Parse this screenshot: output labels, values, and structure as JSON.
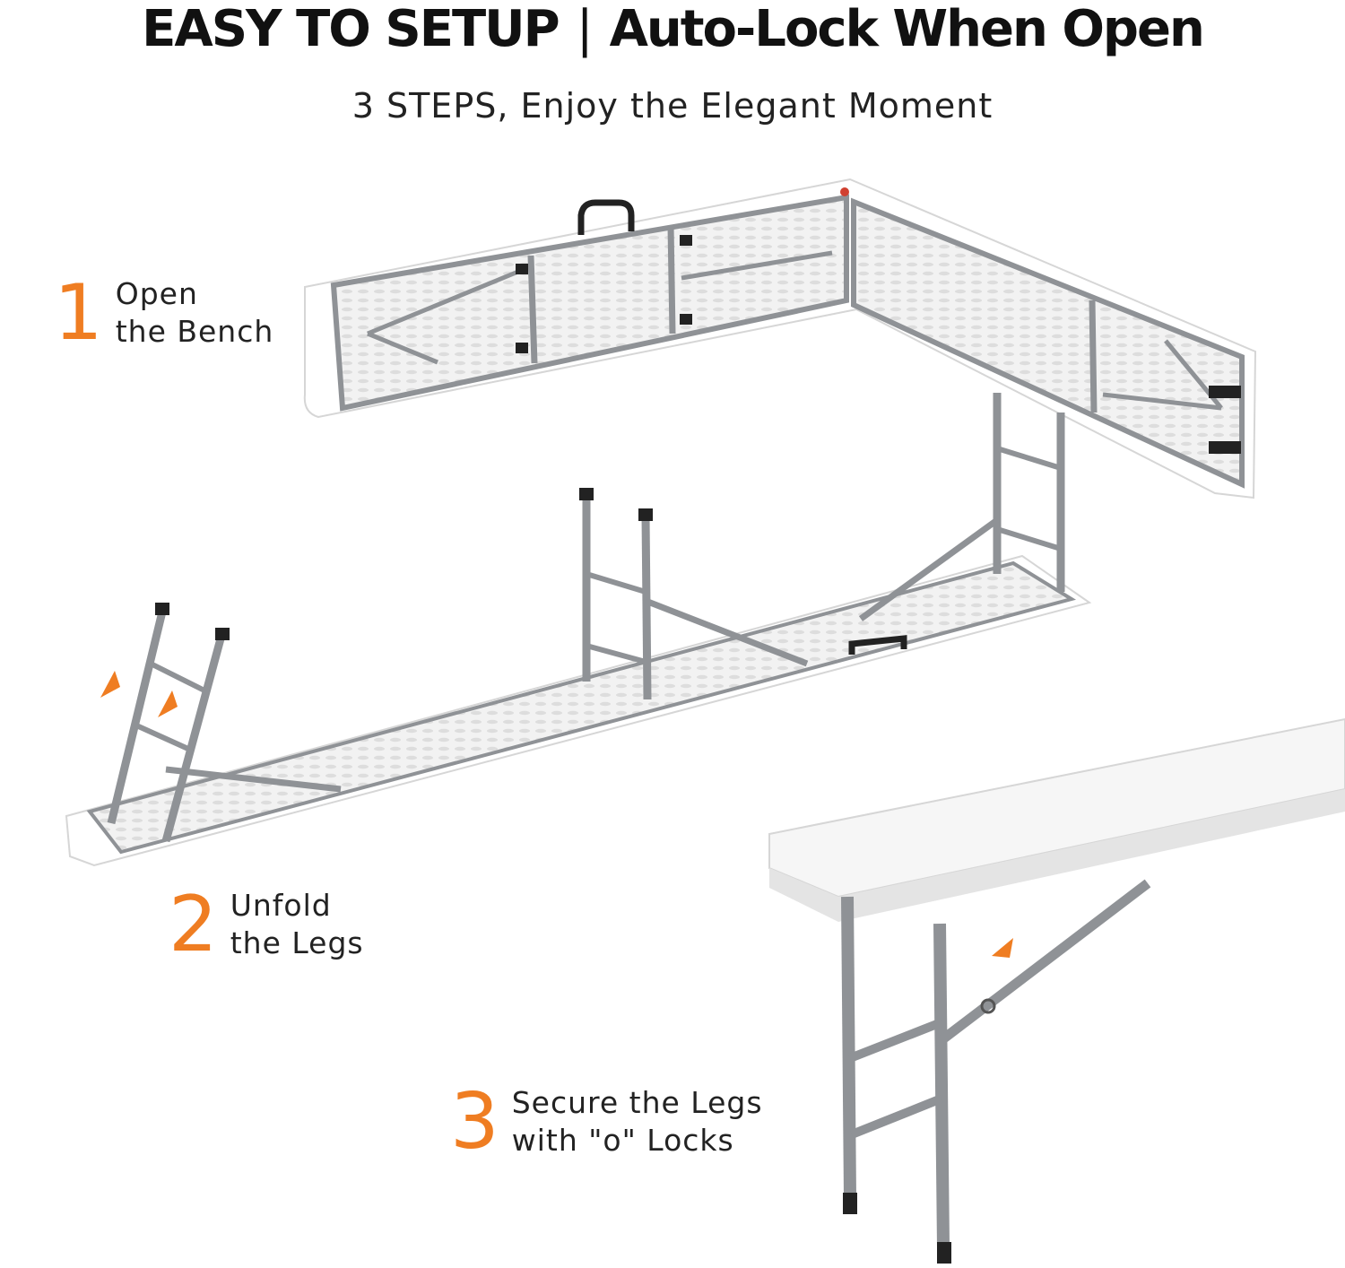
{
  "header": {
    "title_left": "EASY TO SETUP",
    "separator": "|",
    "title_right": "Auto-Lock When Open",
    "subtitle": "3 STEPS, Enjoy the Elegant Moment"
  },
  "steps": [
    {
      "number": "1",
      "line1": "Open",
      "line2": "the Bench"
    },
    {
      "number": "2",
      "line1": "Unfold",
      "line2": "the Legs"
    },
    {
      "number": "3",
      "line1": "Secure the Legs",
      "line2": "with \"o\" Locks"
    }
  ],
  "colors": {
    "accent": "#ef7d22",
    "frame": "#8f9296",
    "bench_top": "#f4f4f4",
    "text": "#111111"
  }
}
